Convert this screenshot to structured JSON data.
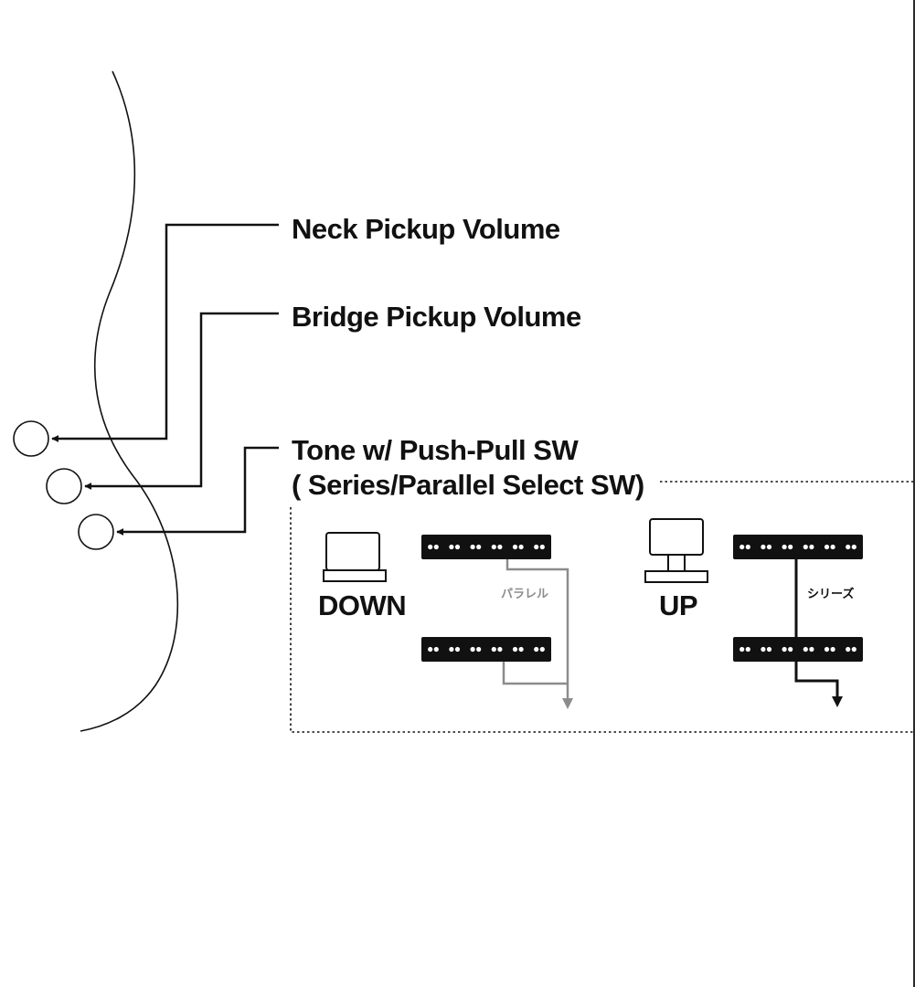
{
  "labels": {
    "neck_volume": "Neck Pickup Volume",
    "bridge_volume": "Bridge Pickup Volume",
    "tone_line1": "Tone w/ Push-Pull SW",
    "tone_line2": "( Series/Parallel Select SW)"
  },
  "switch_modes": {
    "down": {
      "label": "DOWN",
      "wiring": "パラレル",
      "wiring_color": "#8c8c8c"
    },
    "up": {
      "label": "UP",
      "wiring": "シリーズ",
      "wiring_color": "#111111"
    }
  },
  "colors": {
    "line": "#111111",
    "pickup": "#111111",
    "pole": "#ffffff",
    "parallel_wire": "#8c8c8c",
    "series_wire": "#111111"
  }
}
